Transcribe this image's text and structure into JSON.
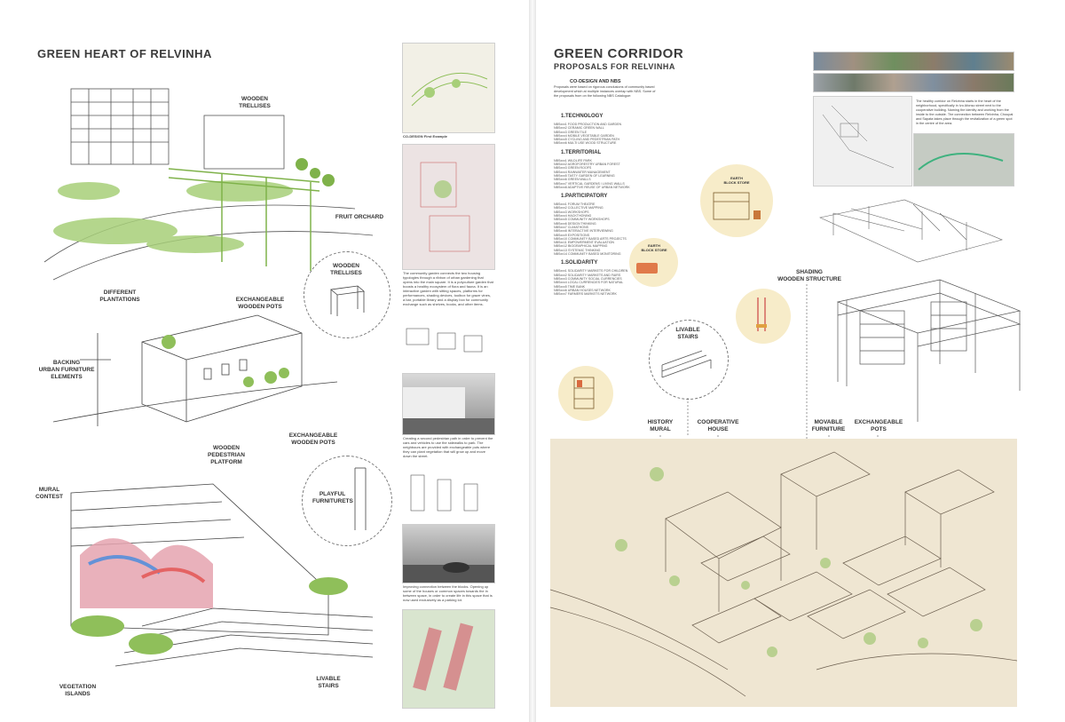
{
  "left": {
    "title": "GREEN HEART OF RELVINHA",
    "labels": {
      "wooden_trellises": "WOODEN\nTRELLISES",
      "fruit_orchard": "FRUIT ORCHARD",
      "different_plantations": "DIFFERENT\nPLANTATIONS",
      "exchangeable_pots_1": "EXCHANGEABLE\nWOODEN POTS",
      "trellises_circle": "WOODEN\nTRELLISES",
      "backing": "BACKING\nURBAN FURNITURE\nELEMENTS",
      "pedestrian": "WOODEN\nPEDESTRIAN\nPLATFORM",
      "exchangeable_pots_2": "EXCHANGEABLE\nWOODEN POTS",
      "mural_contest": "MURAL\nCONTEST",
      "playful": "PLAYFUL\nFURNITURETS",
      "vegetation": "VEGETATION\nISLANDS",
      "livable_stairs": "LIVABLE\nSTAIRS"
    },
    "side_caption_1": "CO-DESIGN First Example",
    "side_text_1": "The community garden connects the two housing typologies through a ribbon of urban gardening that opens into the main square. It is a polyculture garden that boosts a healthy ecosystem of flora and fauna. It is an interactive garden with sitting spaces, platforms for performances, shading devices, toolbox for graze vines, a bar, portable library and a display box for community exchange such as shelves, books, and other items.",
    "side_text_2": "Creating a second pedestrian path in order to prevent the cars and vehicles to use the sidewalks to park. The neighbours are provided with exchangeable pots where they can plant vegetation that will grow up and move down the street.",
    "side_text_3": "Improving connection between the blocks. Opening up some of the houses or common spaces towards the in between space, in order to create life in this space that is now used exclusively as a parking lot."
  },
  "right": {
    "title": "GREEN CORRIDOR",
    "subtitle": "PROPOSALS FOR RELVINHA",
    "codesign": "CO-DESIGN AND NBS",
    "intro": "Proposals were based on rigorous conclusions of community based development which at multiple instances overlap with NBS. Some of the proposals from on the following NBS Catalogue:",
    "sections": [
      {
        "head": "1.TECHNOLOGY",
        "items": [
          "NBSxxx1 FOOD PRODUCTION AND GARDEN",
          "NBSxxx2 CERAMIC GREEN WALL",
          "NBSxxx3 GREEN TILE",
          "NBSxxx4 MOBILE VEGETABLE GARDEN",
          "NBSxxx5 CYCLING AND PEDESTRIAN PATH",
          "NBSxxx6 MULTI USE WOOD STRUCTURE"
        ]
      },
      {
        "head": "1.TERRITORIAL",
        "items": [
          "NBSxxx1 WILDLIFE PARK",
          "NBSxxx2 AGROFORESTRY URBAN FOREST",
          "NBSxxx3 GREEN ROOFS",
          "NBSxxx4 RAINWATER MANAGEMENT",
          "NBSxxx5 TASTY GARDEN OF LEARNING",
          "NBSxxx6 GREEN WALLS",
          "NBSxxx7 VERTICAL GARDENS / LIVING WALLS",
          "NBSxxx8 ADAPTIVE REUSE OF URBAN NETWORK"
        ]
      },
      {
        "head": "1.PARTICIPATORY",
        "items": [
          "NBSxxx1 FORUM THEATRE",
          "NBSxxx2 COLLECTIVE MAPPING",
          "NBSxxx3 WORKSHOPS",
          "NBSxxx4 HACKTHONING",
          "NBSxxx5 COMMUNITY WORKSHOPS",
          "NBSxxx6 DESIGN THINKING",
          "NBSxxx7 CLIMATHONS",
          "NBSxxx8 INTERACTIVE INTERVIEWING",
          "NBSxxx9 EXPOSITIONS",
          "NBSxx10 COMMUNITY BASED ARTS PROJECTS",
          "NBSxx11 EMPOWERMENT EVALUATION",
          "NBSxx12 BIOGRAPHICAL MAPPING",
          "NBSxx13 SYSTEMIC THINKING",
          "NBSxx14 COMMUNITY BASED MONITORING"
        ]
      },
      {
        "head": "1.SOLIDARITY",
        "items": [
          "NBSxxx1 SOLIDARITY MARKETS FOR CHILDREN",
          "NBSxxx2 SOLIDARITY MARKETS AND FAIRS",
          "NBSxxx3 COMMUNITY SOCIAL CURRENCIES",
          "NBSxxx4 LOCAL CURRENCIES FOR NATURAL",
          "NBSxxx5 TIME BANK",
          "NBSxxx6 URBAN HOUSES NETWORK",
          "NBSxxx7 FARMERS MARKETS NETWORK"
        ]
      }
    ],
    "side_text": "The healthy corridor on Relvinha starts in the heart of the neighborhood, specifically in Ivo Afonso street next to the cooperative building. Naming the identity and working from the inside to the outside. The connection between Relvinha, Choupal and Sapata takes place through the revitalization of a green spot in the centre of the area.",
    "labels": {
      "earth_block_1": "EARTH\nBLOCK STORE",
      "earth_block_2": "EARTH\nBLOCK STORE",
      "shading": "SHADING\nWOODEN STRUCTURE",
      "livable_stairs": "LIVABLE\nSTAIRS",
      "history_mural": "HISTORY\nMURAL",
      "cooperative": "COOPERATIVE\nHOUSE",
      "movable": "MOVABLE\nFURNITURE",
      "exchangeable": "EXCHANGEABLE\nPOTS"
    }
  },
  "colors": {
    "green": "#8fbf5a",
    "sand": "#f7ecc9",
    "paper": "#efe6d2",
    "ink": "#333333"
  }
}
